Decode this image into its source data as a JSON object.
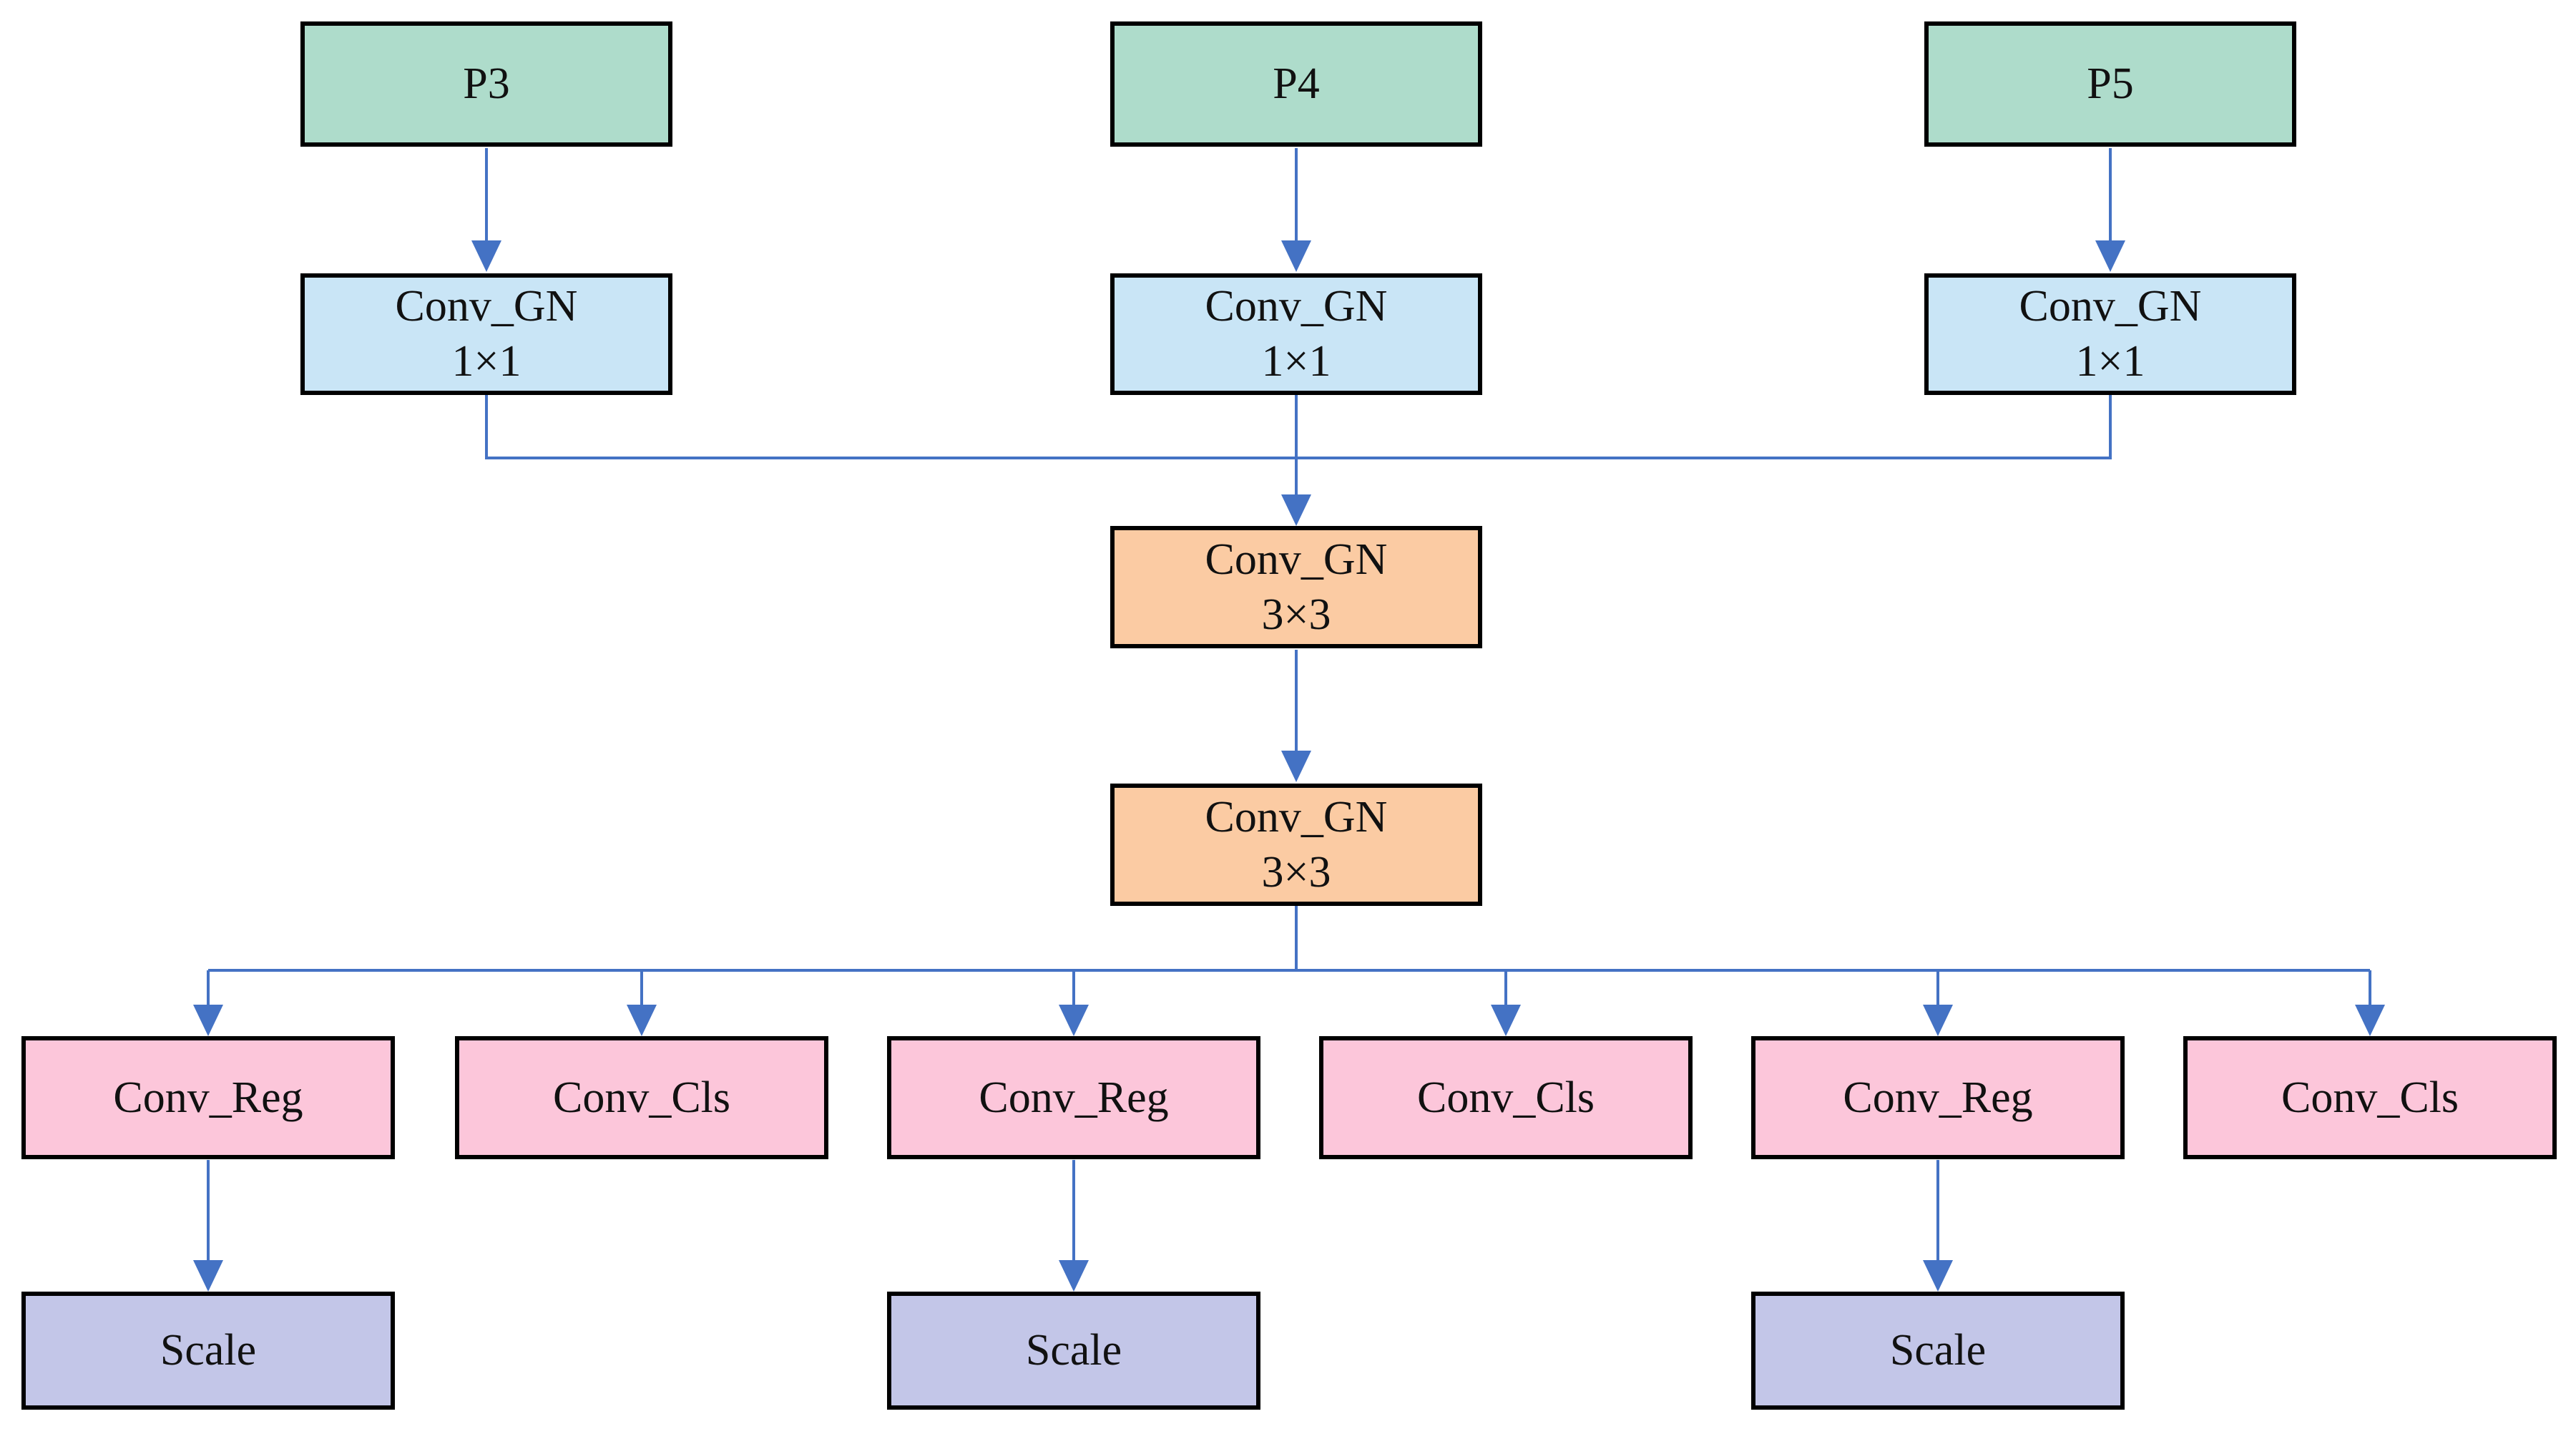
{
  "colors": {
    "background": "#ffffff",
    "input_fill": "#aedccb",
    "conv1x1_fill": "#c9e5f6",
    "conv3x3_fill": "#fbcba3",
    "head_fill": "#fcc6da",
    "scale_fill": "#c3c6e8",
    "border": "#000000",
    "arrow": "#4472c4",
    "text": "#111111"
  },
  "nodes": {
    "inputs": [
      {
        "label": "P3"
      },
      {
        "label": "P4"
      },
      {
        "label": "P5"
      }
    ],
    "conv1x1": [
      {
        "line1": "Conv_GN",
        "line2": "1×1"
      },
      {
        "line1": "Conv_GN",
        "line2": "1×1"
      },
      {
        "line1": "Conv_GN",
        "line2": "1×1"
      }
    ],
    "conv3x3": [
      {
        "line1": "Conv_GN",
        "line2": "3×3"
      },
      {
        "line1": "Conv_GN",
        "line2": "3×3"
      }
    ],
    "heads": [
      {
        "label": "Conv_Reg"
      },
      {
        "label": "Conv_Cls"
      },
      {
        "label": "Conv_Reg"
      },
      {
        "label": "Conv_Cls"
      },
      {
        "label": "Conv_Reg"
      },
      {
        "label": "Conv_Cls"
      }
    ],
    "scales": [
      {
        "label": "Scale"
      },
      {
        "label": "Scale"
      },
      {
        "label": "Scale"
      }
    ]
  }
}
